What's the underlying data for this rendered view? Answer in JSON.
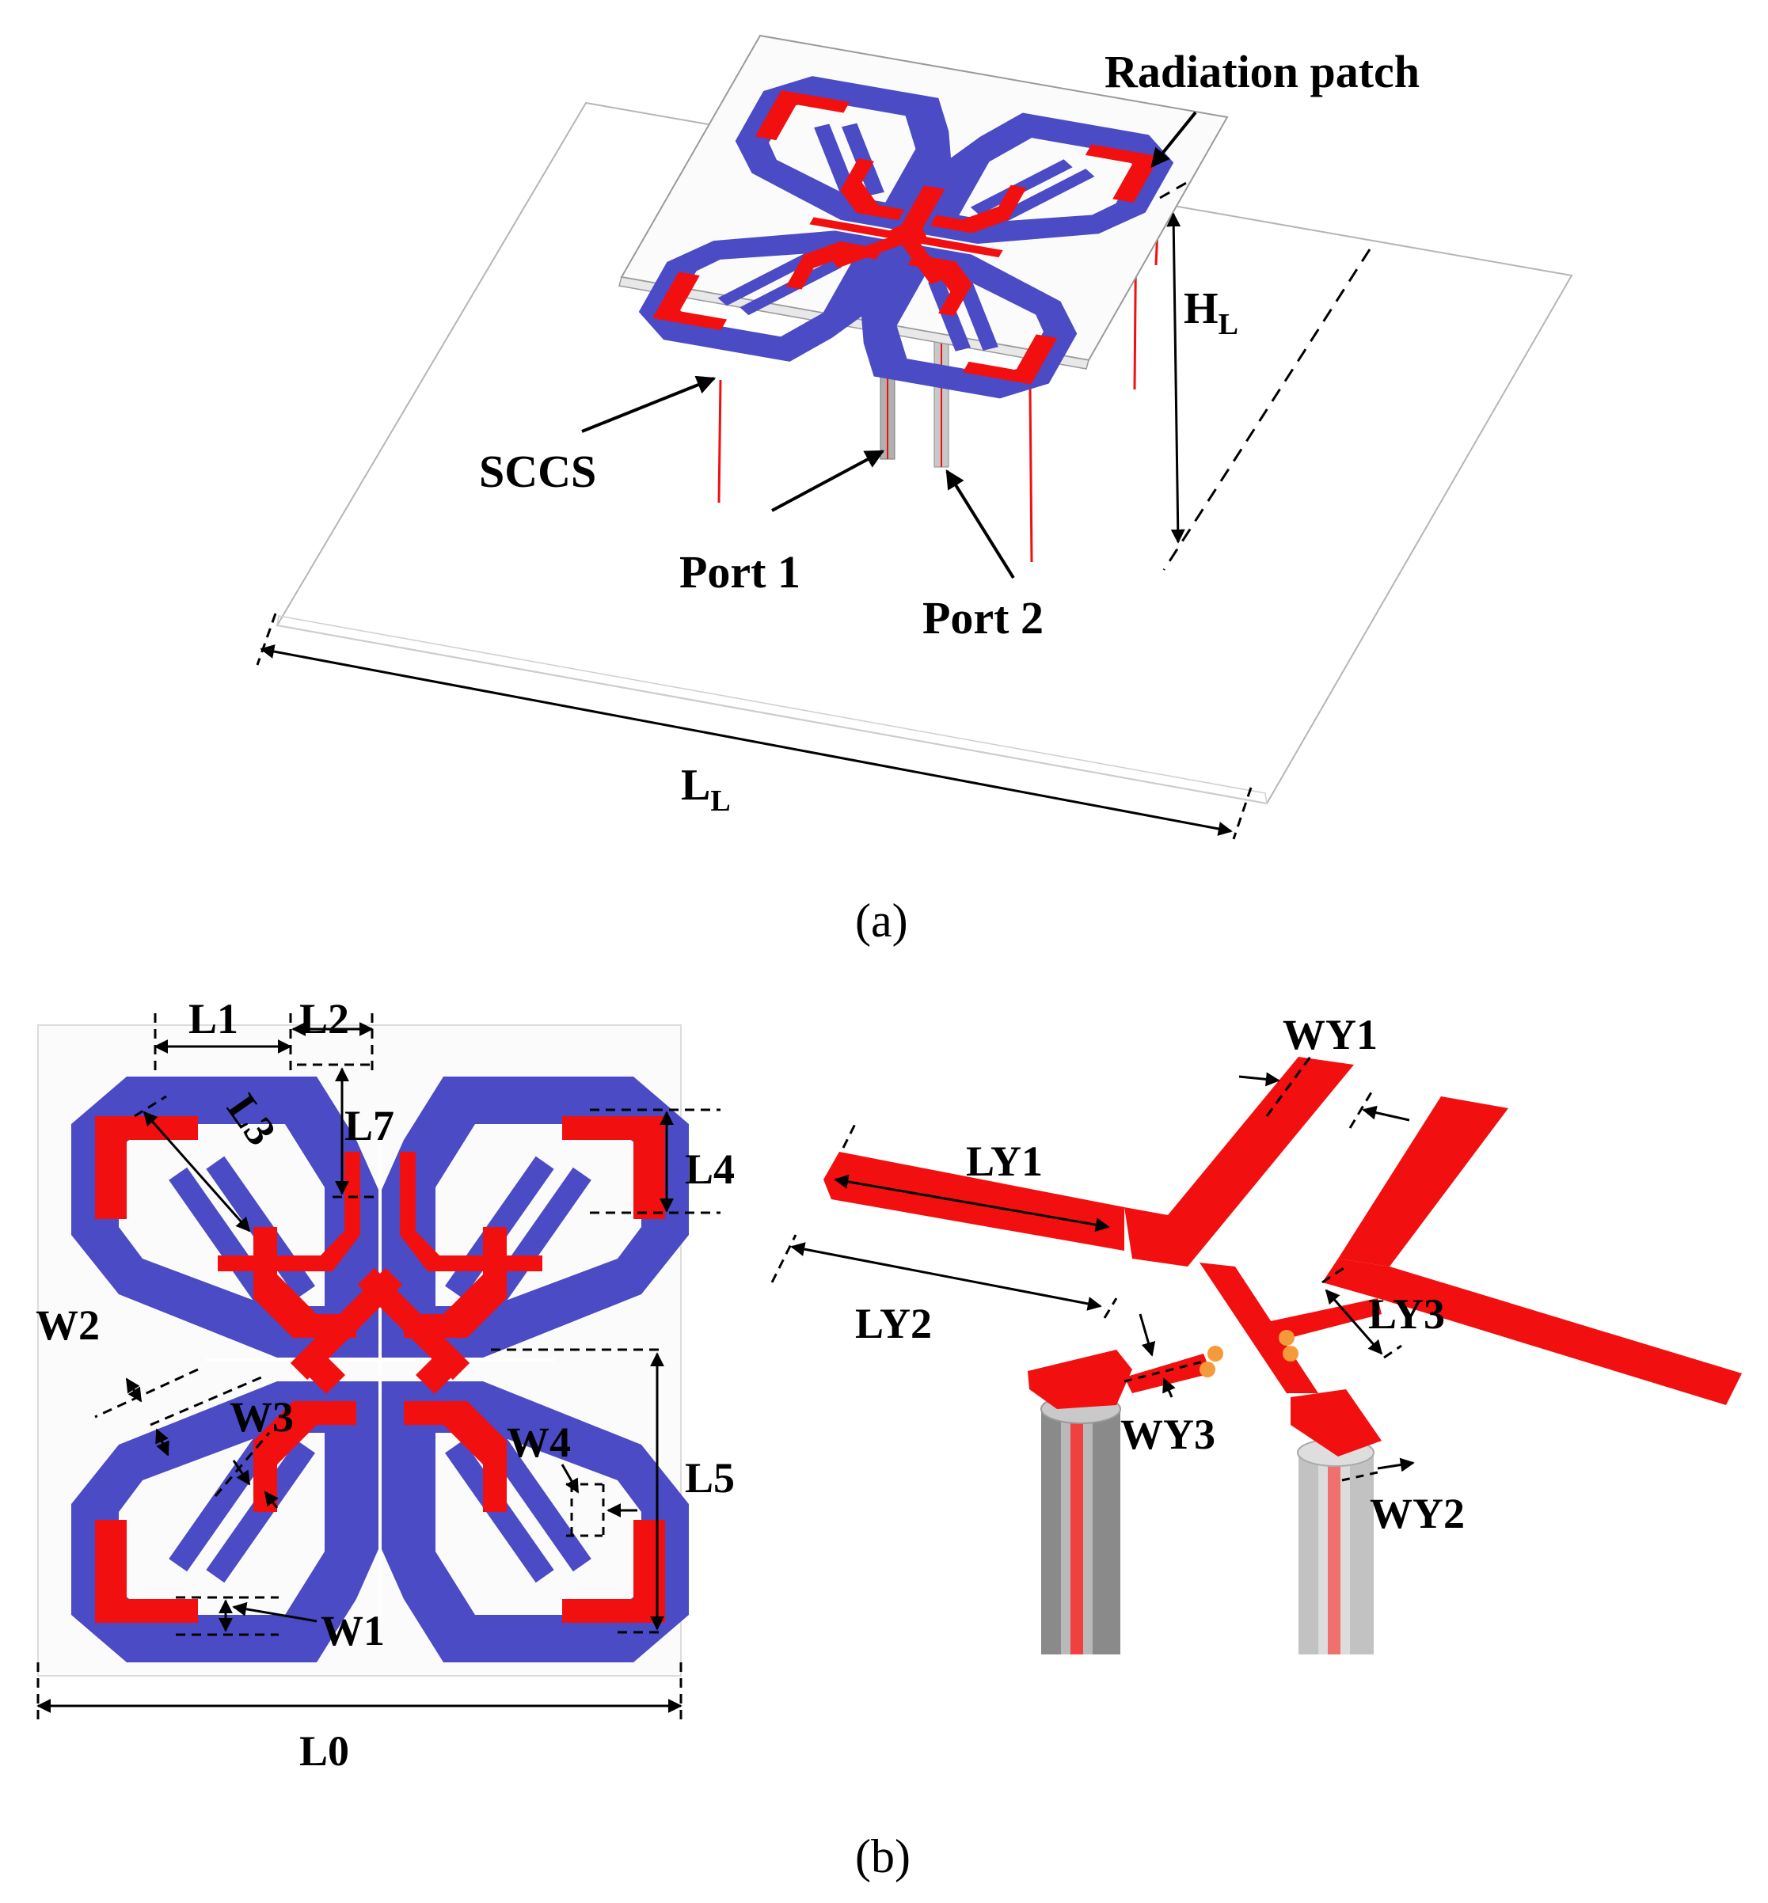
{
  "colors": {
    "patch": "#4b4bc6",
    "strip": "#f20f0f",
    "ground_edge": "#b5b5b5",
    "probe": "#9a9a9a"
  },
  "panel_a": {
    "caption": "(a)",
    "labels": {
      "radiation_patch": "Radiation patch",
      "h": "H",
      "h_sub": "L",
      "sccs": "SCCS",
      "port1": "Port 1",
      "port2": "Port 2",
      "l": "L",
      "l_sub": "L"
    }
  },
  "panel_b": {
    "caption": "(b)",
    "labels": {
      "L1": "L1",
      "L2": "L2",
      "L3": "L3",
      "L4": "L4",
      "L5": "L5",
      "L7": "L7",
      "L0": "L0",
      "W1": "W1",
      "W2": "W2",
      "W3": "W3",
      "W4": "W4",
      "WY1": "WY1",
      "WY2": "WY2",
      "WY3": "WY3",
      "LY1": "LY1",
      "LY2": "LY2",
      "LY3": "LY3"
    }
  }
}
